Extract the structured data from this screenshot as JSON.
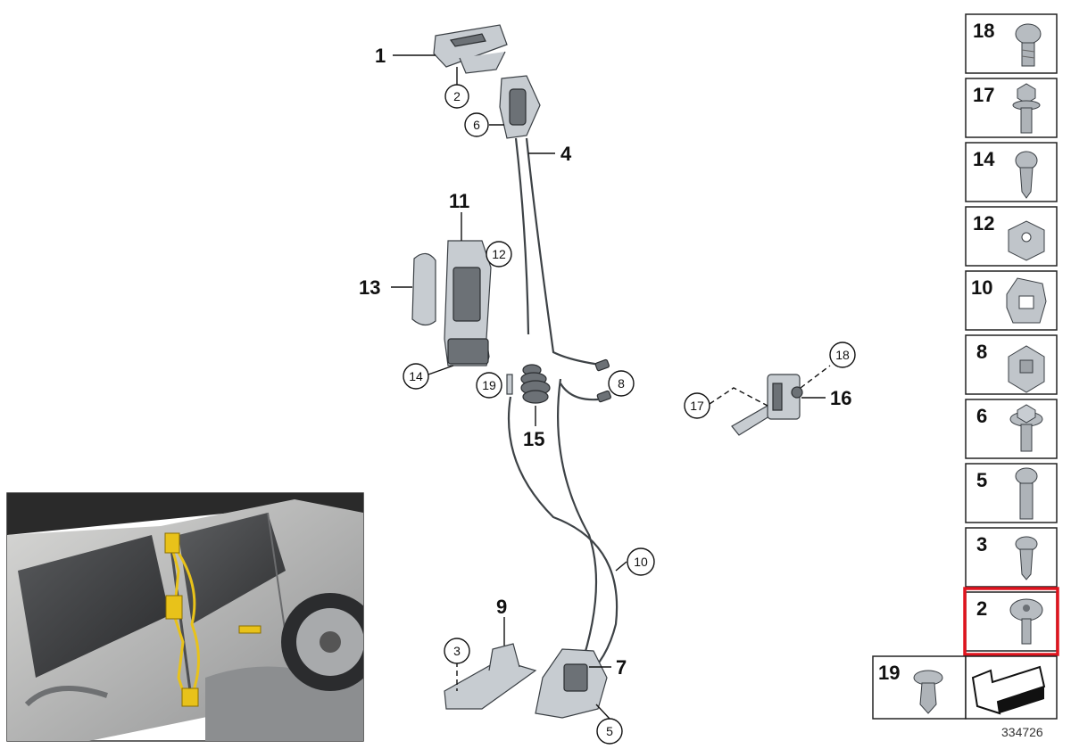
{
  "callouts": {
    "c1": "1",
    "c2": "2",
    "c6": "6",
    "c4": "4",
    "c11": "11",
    "c12": "12",
    "c13": "13",
    "c14": "14",
    "c19": "19",
    "c15": "15",
    "c8": "8",
    "c18": "18",
    "c17": "17",
    "c16": "16",
    "c10": "10",
    "c9": "9",
    "c3": "3",
    "c7": "7",
    "c5": "5"
  },
  "parts_list": {
    "items": [
      {
        "number": "18",
        "icon": "torx-pan-screw-icon"
      },
      {
        "number": "17",
        "icon": "hex-collar-bolt-icon"
      },
      {
        "number": "14",
        "icon": "torx-tapping-screw-icon"
      },
      {
        "number": "12",
        "icon": "square-clip-nut-icon"
      },
      {
        "number": "10",
        "icon": "spring-clip-icon"
      },
      {
        "number": "8",
        "icon": "square-nut-icon"
      },
      {
        "number": "6",
        "icon": "hex-flange-screw-icon"
      },
      {
        "number": "5",
        "icon": "torx-bolt-icon"
      },
      {
        "number": "3",
        "icon": "countersunk-screw-icon"
      },
      {
        "number": "2",
        "icon": "flange-torx-screw-icon",
        "highlighted": true
      }
    ],
    "bottom_item": {
      "number": "19",
      "icon": "expanding-rivet-icon"
    },
    "arrow_icon": "directional-arrow-icon",
    "highlight_color": "#e0141e"
  },
  "diagram_id": "334726"
}
